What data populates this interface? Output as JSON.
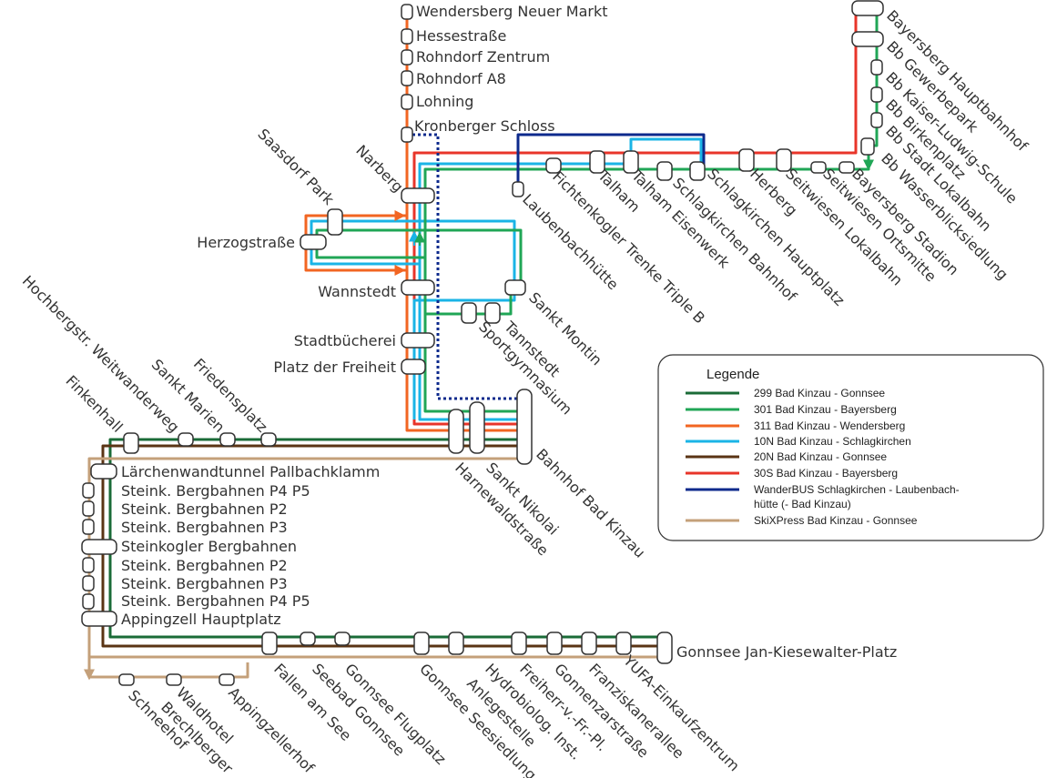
{
  "colors": {
    "l299": "#1a6b37",
    "l301": "#20a656",
    "l311": "#f26522",
    "l10N": "#1ab4e6",
    "l20N": "#5a3414",
    "l30S": "#e8352a",
    "wanderbus": "#0d2a8c",
    "skixpress": "#c4a07a"
  },
  "stations": {
    "wendersberg_neuer_markt": "Wendersberg Neuer Markt",
    "hessestrasse": "Hessestraße",
    "rohndorf_zentrum": "Rohndorf Zentrum",
    "rohndorf_a8": "Rohndorf A8",
    "lohning": "Lohning",
    "kronberger_schloss": "Kronberger Schloss",
    "narberg": "Narberg",
    "saasdorf_park": "Saasdorf Park",
    "herzogstrasse": "Herzogstraße",
    "wannstedt": "Wannstedt",
    "stadtbuecherei": "Stadtbücherei",
    "platz_der_freiheit": "Platz der Freiheit",
    "sankt_montin": "Sankt Montin",
    "tannstedt": "Tannstedt",
    "sportgymnasium": "Sportgymnasium",
    "bahnhof_bad_kinzau": "Bahnhof Bad Kinzau",
    "sankt_nikolai": "Sankt Nikolai",
    "harnewaldstrasse": "Harnewaldstraße",
    "laubenbachhuette": "Laubenbachhütte",
    "fichtenkogler_trenke": "Fichtenkogler Trenke Triple B",
    "talham": "Talham",
    "talham_eisenwerk": "Talham Eisenwerk",
    "schlagkirchen_bahnhof": "Schlagkirchen Bahnhof",
    "schlagkirchen_hauptplatz": "Schlagkirchen Hauptplatz",
    "herberg": "Herberg",
    "seitwiesen_lokalbahn": "Seitwiesen Lokalbahn",
    "seitwiesen_ortsmitte": "Seitwiesen Ortsmitte",
    "bayersberg_stadion": "Bayersberg Stadion",
    "bb_wasserblicksiedlung": "Bb Wasserblicksiedlung",
    "bb_stadt_lokalbahn": "Bb Stadt Lokalbahn",
    "bb_birkenplatz": "Bb Birkenplatz",
    "bb_kaiser_ludwig_schule": "Bb Kaiser-Ludwig-Schule",
    "bb_gewerbepark": "Bb Gewerbepark",
    "bayersberg_hauptbahnhof": "Bayersberg Hauptbahnhof",
    "hochbergstr": "Hochbergstr. Weitwanderweg",
    "finkenhall": "Finkenhall",
    "sankt_marien": "Sankt Marien",
    "friedensplatz": "Friedensplatz",
    "laerchenwandtunnel": "Lärchenwandtunnel Pallbachklamm",
    "steink_p4p5_a": "Steink. Bergbahnen P4 P5",
    "steink_p2_a": "Steink. Bergbahnen P2",
    "steink_p3_a": "Steink. Bergbahnen P3",
    "steinkogler_bergbahnen": "Steinkogler Bergbahnen",
    "steink_p2_b": "Steink. Bergbahnen P2",
    "steink_p3_b": "Steink. Bergbahnen P3",
    "steink_p4p5_b": "Steink. Bergbahnen P4 P5",
    "appingzell_hauptplatz": "Appingzell Hauptplatz",
    "gonnsee_jan": "Gonnsee Jan-Kiesewalter-Platz",
    "schneehof": "Schneehof",
    "waldhotel": "Waldhotel",
    "brechlberger": "Brechlberger",
    "appingzellerhof": "Appingzellerhof",
    "fallen_am_see": "Fallen am See",
    "seebad_gonnsee": "Seebad Gonnsee",
    "gonnsee_flugplatz": "Gonnsee Flugplatz",
    "gonnsee_seesiedlung": "Gonnsee Seesiedlung",
    "anlegestelle": "Anlegestelle",
    "hydrobiolog": "Hydrobiolog. Inst.",
    "freiherr": "Freiherr-v.-Fr.-Pl.",
    "gonnenzarstrasse": "Gonnenzarstraße",
    "franziskanerallee": "Franziskanerallee",
    "yufa": "YUFA-Einkaufzentrum"
  },
  "legend": {
    "title": "Legende",
    "items": [
      {
        "label": "299 Bad Kinzau - Gonnsee",
        "color": "#1a6b37"
      },
      {
        "label": "301 Bad Kinzau - Bayersberg",
        "color": "#20a656"
      },
      {
        "label": "311 Bad Kinzau - Wendersberg",
        "color": "#f26522"
      },
      {
        "label": "10N Bad Kinzau - Schlagkirchen",
        "color": "#1ab4e6"
      },
      {
        "label": "20N Bad Kinzau - Gonnsee",
        "color": "#5a3414"
      },
      {
        "label": "30S Bad Kinzau - Bayersberg",
        "color": "#e8352a"
      },
      {
        "label": "WanderBUS Schlagkirchen - Laubenbach-",
        "label2": "hütte (- Bad Kinzau)",
        "color": "#0d2a8c"
      },
      {
        "label": "SkiXPress Bad Kinzau - Gonnsee",
        "color": "#c4a07a"
      }
    ]
  }
}
